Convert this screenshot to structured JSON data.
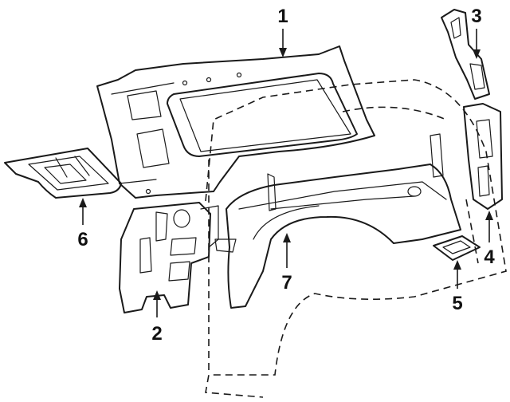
{
  "callouts": {
    "c1": "1",
    "c2": "2",
    "c3": "3",
    "c4": "4",
    "c5": "5",
    "c6": "6",
    "c7": "7"
  },
  "colors": {
    "line": "#1a1a1a",
    "background": "#ffffff"
  }
}
